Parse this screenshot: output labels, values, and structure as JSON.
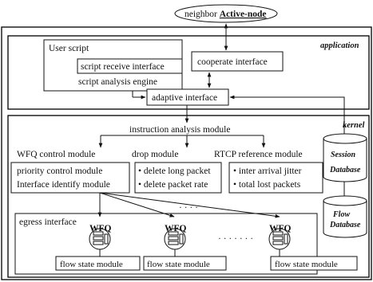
{
  "neighbor": {
    "prefix": "neighbor ",
    "name": "Active-node"
  },
  "application": {
    "label": "application",
    "user_script": "User script",
    "script_receive": "script receive interface",
    "script_analysis": "script analysis engine",
    "cooperate": "cooperate interface",
    "adaptive": "adaptive interface"
  },
  "kernel": {
    "label": "kernel",
    "instruction": "instruction analysis module",
    "wfq_control": "WFQ control module",
    "drop_module": "drop module",
    "rtcp_module": "RTCP reference module",
    "wfq_items": [
      "priority control module",
      "Interface identify module"
    ],
    "drop_items": [
      "• delete long packet",
      "• delete packet rate"
    ],
    "rtcp_items": [
      "• inter arrival jitter",
      "• total lost packets"
    ],
    "session_db": [
      "Session",
      "Database"
    ],
    "flow_db": [
      "Flow",
      "Database"
    ],
    "egress": "egress interface",
    "wfq_label": "WFQ",
    "flow_state": "flow state module",
    "dots_top": "· · · ·",
    "dots_mid": "· · · · · · ·"
  }
}
